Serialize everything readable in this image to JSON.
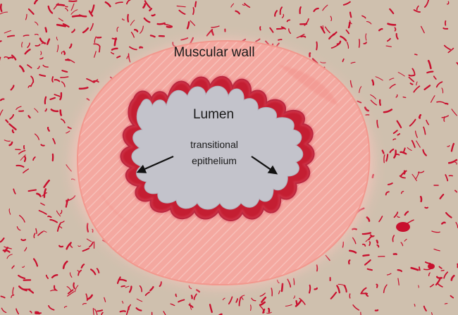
{
  "diagram": {
    "labels": {
      "muscular_wall": "Muscular wall",
      "lumen": "Lumen",
      "epithelium_line1": "transitional",
      "epithelium_line2": "epithelium"
    },
    "colors": {
      "connective_tissue": "#cfc0ae",
      "muscular_wall": "#f6a9a1",
      "muscular_wall_glow": "#f8c4bc",
      "epithelium": "#c41e32",
      "lumen": "#c3c3cb",
      "vessels": "#c8102e",
      "text": "#1a1a1a"
    }
  }
}
